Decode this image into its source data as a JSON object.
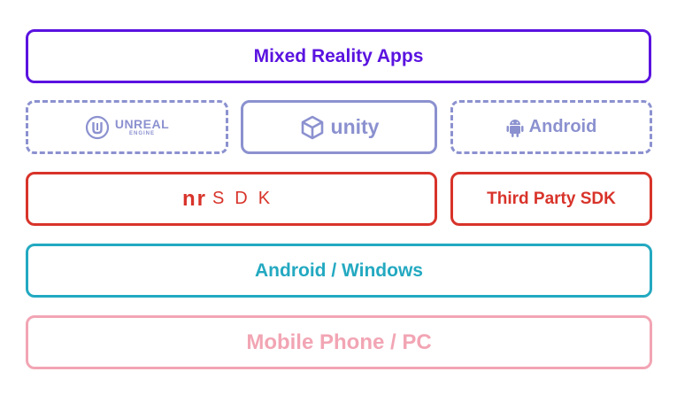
{
  "layers": {
    "apps": {
      "label": "Mixed Reality Apps"
    },
    "engines": {
      "unreal": {
        "label": "UNREAL",
        "sublabel": "ENGINE",
        "icon": "unreal-engine-logo-icon"
      },
      "unity": {
        "label": "unity",
        "icon": "unity-logo-icon"
      },
      "android": {
        "label": "Android",
        "icon": "android-robot-icon"
      }
    },
    "sdk": {
      "nrsdk": {
        "mark": "nr",
        "label": "SDK"
      },
      "third_party": {
        "label": "Third Party SDK"
      }
    },
    "os": {
      "label": "Android / Windows"
    },
    "hardware": {
      "label": "Mobile Phone / PC"
    }
  },
  "colors": {
    "apps": "#5a13e0",
    "engines": "#8b91cf",
    "sdk": "#d8332a",
    "os": "#23a9c1",
    "hardware": "#f2a5b4"
  }
}
